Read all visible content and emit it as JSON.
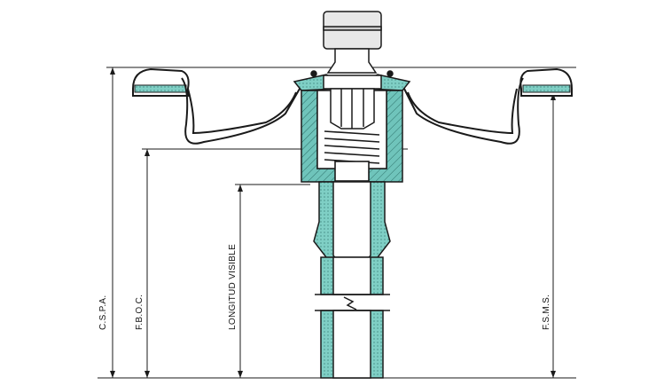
{
  "diagram": {
    "labels": {
      "cspa": "C.S.P.A.",
      "fboc": "F.B.O.C.",
      "longitud": "LONGITUD VISIBLE",
      "fsms": "F.S.M.S."
    },
    "colors": {
      "line": "#1a1a1a",
      "fill_teal": "#6fc4bb",
      "fill_light": "#ffffff",
      "cap_gray": "#e8e8e8"
    },
    "icons": {
      "break": "zigzag-break-icon"
    }
  }
}
